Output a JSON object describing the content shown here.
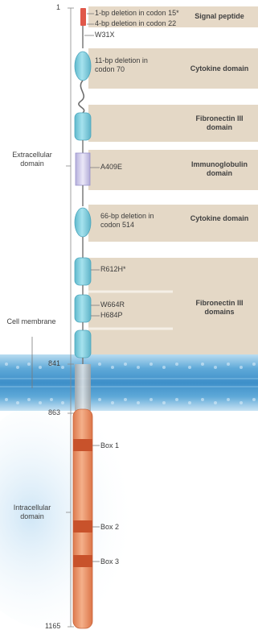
{
  "mutations": {
    "m1": "1-bp deletion in codon 15*",
    "m2": "4-bp deletion in codon 22",
    "m3": "W31X",
    "m4": "11-bp deletion in codon 70",
    "m5": "A409E",
    "m6": "66-bp deletion in codon 514",
    "m7": "R612H*",
    "m8": "W664R",
    "m9": "H684P"
  },
  "domains": {
    "signal": "Signal peptide",
    "cytokine1": "Cytokine domain",
    "fn1": "Fibronectin III domain",
    "ig": "Immunoglobulin domain",
    "cytokine2": "Cytokine domain",
    "fn2": "Fibronectin III domains"
  },
  "regions": {
    "extracellular": "Extracellular domain",
    "membrane": "Cell membrane",
    "intracellular": "Intracellular domain"
  },
  "positions": {
    "start": "1",
    "tm_start": "841",
    "tm_end": "863",
    "end": "1165"
  },
  "boxes": {
    "box1": "Box 1",
    "box2": "Box 2",
    "box3": "Box 3"
  },
  "colors": {
    "domain_band": "#e4d8c6",
    "cyan_domain": "#7fd0e0",
    "ig_domain": "#cfcbe8",
    "signal_peptide": "#e0584a",
    "intracellular": "#e89066",
    "box_band": "#c9502a",
    "membrane": "#5aa8d6"
  }
}
